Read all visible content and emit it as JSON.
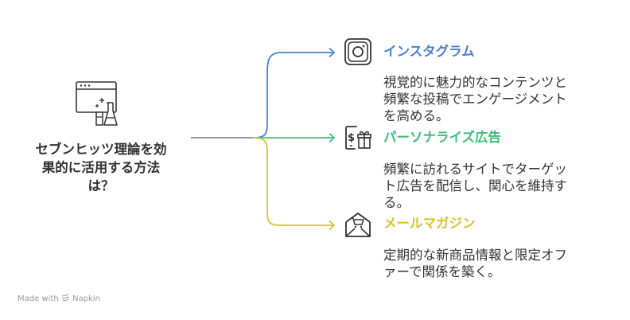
{
  "center": {
    "title_line1": "セブンヒッツ理論を効",
    "title_line2": "果的に活用する方法",
    "title_line3": "は？",
    "icon": "browser-flask-icon"
  },
  "branches": [
    {
      "title": "インスタグラム",
      "desc_line1": "視覚的に魅力的なコンテンツと",
      "desc_line2": "頻繁な投稿でエンゲージメント",
      "desc_line3": "を高める。",
      "color": "#4a7fd6",
      "icon": "instagram-icon"
    },
    {
      "title": "パーソナライズ広告",
      "desc_line1": "頻繁に訪れるサイトでターゲッ",
      "desc_line2": "ト広告を配信し、関心を維持す",
      "desc_line3": "る。",
      "color": "#3bbf7a",
      "icon": "mobile-gift-icon"
    },
    {
      "title": "メールマガジン",
      "desc_line1": "定期的な新商品情報と限定オフ",
      "desc_line2": "ァーで関係を築く。",
      "color": "#d9c42a",
      "icon": "envelope-cart-icon"
    }
  ],
  "footer": {
    "text": "Made with",
    "brand": "Napkin"
  },
  "colors": {
    "connector": "#777777",
    "icon_stroke": "#333333"
  }
}
